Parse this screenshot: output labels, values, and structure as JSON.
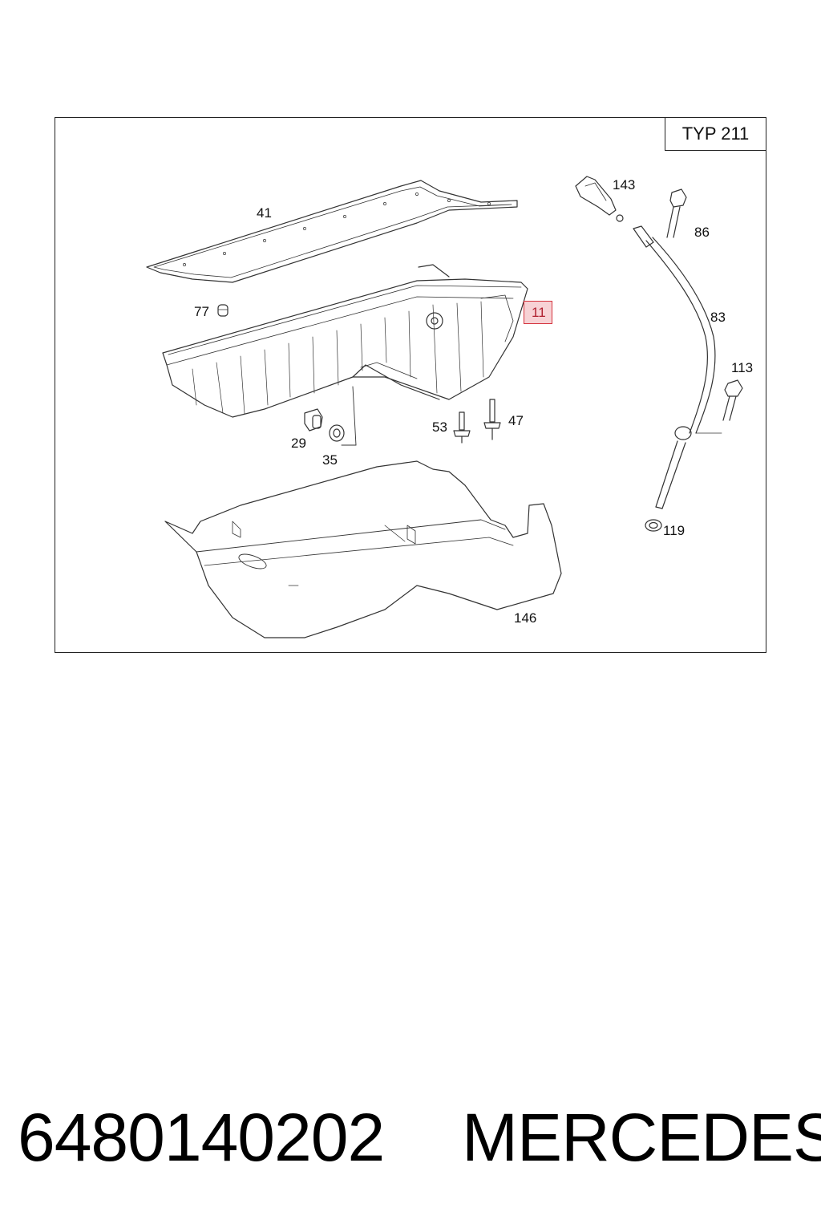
{
  "diagram": {
    "variant_label": "TYP 211",
    "callouts": [
      {
        "id": "41",
        "label": "41"
      },
      {
        "id": "77",
        "label": "77"
      },
      {
        "id": "11",
        "label": "11",
        "highlighted": true
      },
      {
        "id": "143",
        "label": "143"
      },
      {
        "id": "86",
        "label": "86"
      },
      {
        "id": "83",
        "label": "83"
      },
      {
        "id": "113",
        "label": "113"
      },
      {
        "id": "53",
        "label": "53"
      },
      {
        "id": "47",
        "label": "47"
      },
      {
        "id": "29",
        "label": "29"
      },
      {
        "id": "35",
        "label": "35"
      },
      {
        "id": "119",
        "label": "119"
      },
      {
        "id": "146",
        "label": "146"
      }
    ],
    "highlight_color": "#d4343e"
  },
  "footer": {
    "part_number": "6480140202",
    "brand": "MERCEDES"
  }
}
